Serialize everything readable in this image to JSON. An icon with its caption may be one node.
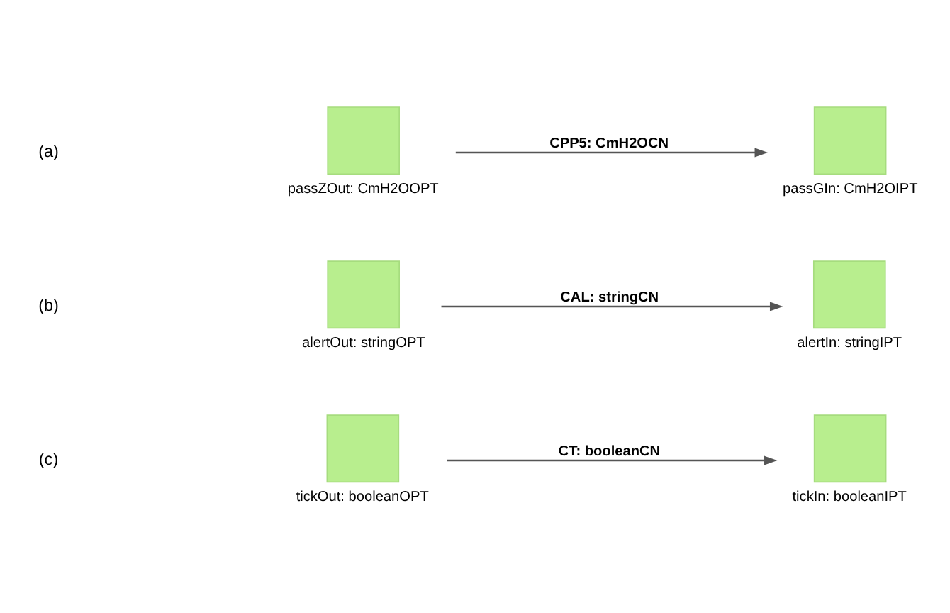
{
  "diagram": {
    "nodes": [
      {
        "text": [],
        "shape": "box",
        "beside": [
          "passZOut: CmH2OOPT"
        ]
      },
      {
        "text": [],
        "shape": "box",
        "beside": [
          "passGIn: CmH2OIPT"
        ]
      },
      {
        "text": [],
        "shape": "box",
        "beside": [
          "alertOut: stringOPT"
        ]
      },
      {
        "text": [],
        "shape": "box",
        "beside": [
          "alertIn: stringIPT"
        ]
      },
      {
        "text": [],
        "shape": "box",
        "beside": [
          "tickOut: booleanOPT"
        ]
      },
      {
        "text": [],
        "shape": "box",
        "beside": [
          "tickIn: booleanIPT"
        ]
      }
    ],
    "edges": [
      {
        "from": 0,
        "to": 1,
        "arrow": "to",
        "label": "CPP5: CmH2OCN"
      },
      {
        "from": 2,
        "to": 3,
        "arrow": "to",
        "label": "CAL: stringCN"
      },
      {
        "from": 4,
        "to": 5,
        "arrow": "to",
        "label": "CT: booleanCN"
      }
    ],
    "labels": [
      "(a)",
      "(b)",
      "(c)"
    ]
  }
}
